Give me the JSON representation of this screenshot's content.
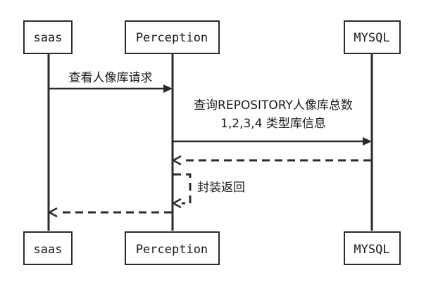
{
  "participants": [
    {
      "id": "saas",
      "label": "saas"
    },
    {
      "id": "perception",
      "label": "Perception"
    },
    {
      "id": "mysql",
      "label": "MYSQL"
    }
  ],
  "messages": [
    {
      "id": "msg1",
      "from": "saas",
      "to": "perception",
      "style": "solid",
      "lines": [
        "查看人像库请求"
      ]
    },
    {
      "id": "msg2",
      "from": "perception",
      "to": "mysql",
      "style": "solid",
      "lines": [
        "查询REPOSITORY人像库总数",
        "1,2,3,4 类型库信息"
      ]
    },
    {
      "id": "msg3",
      "from": "mysql",
      "to": "perception",
      "style": "dashed",
      "lines": []
    },
    {
      "id": "msg4",
      "from": "perception",
      "to": "perception",
      "style": "dashed",
      "lines": [
        "封装返回"
      ]
    },
    {
      "id": "msg5",
      "from": "perception",
      "to": "saas",
      "style": "dashed",
      "lines": []
    }
  ]
}
